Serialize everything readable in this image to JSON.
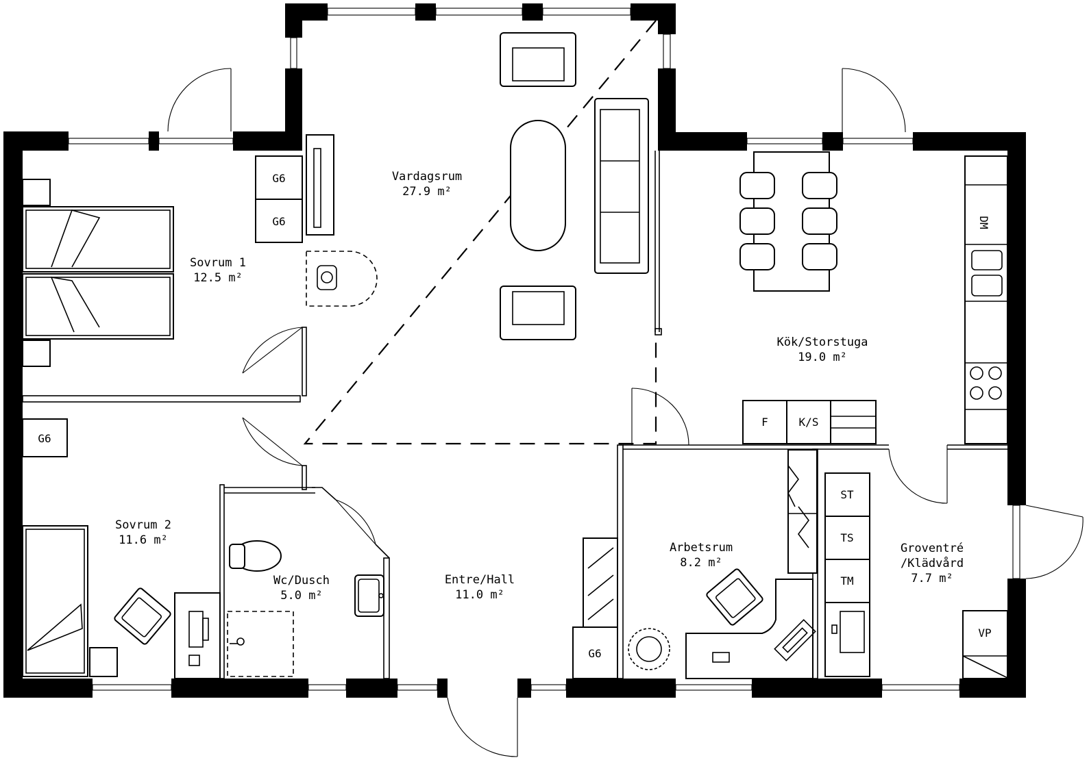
{
  "rooms": [
    {
      "name": "Vardagsrum",
      "area": "27.9 m²"
    },
    {
      "name": "Sovrum 1",
      "area": "12.5 m²"
    },
    {
      "name": "Sovrum 2",
      "area": "11.6 m²"
    },
    {
      "name": "Wc/Dusch",
      "area": "5.0 m²"
    },
    {
      "name": "Entre/Hall",
      "area": "11.0 m²"
    },
    {
      "name": "Arbetsrum",
      "area": "8.2 m²"
    },
    {
      "name": "Kök/Storstuga",
      "area": "19.0 m²"
    },
    {
      "name_line1": "Groventré",
      "name_line2": "/Klädvård",
      "area": "7.7 m²"
    }
  ],
  "codes": {
    "wardrobe": "G6",
    "dishwasher": "DM",
    "fridge": "F",
    "fridge_freezer": "K/S",
    "dryer_cabinet": "ST",
    "tumble_dryer": "TS",
    "washing_machine": "TM",
    "heat_pump": "VP"
  }
}
